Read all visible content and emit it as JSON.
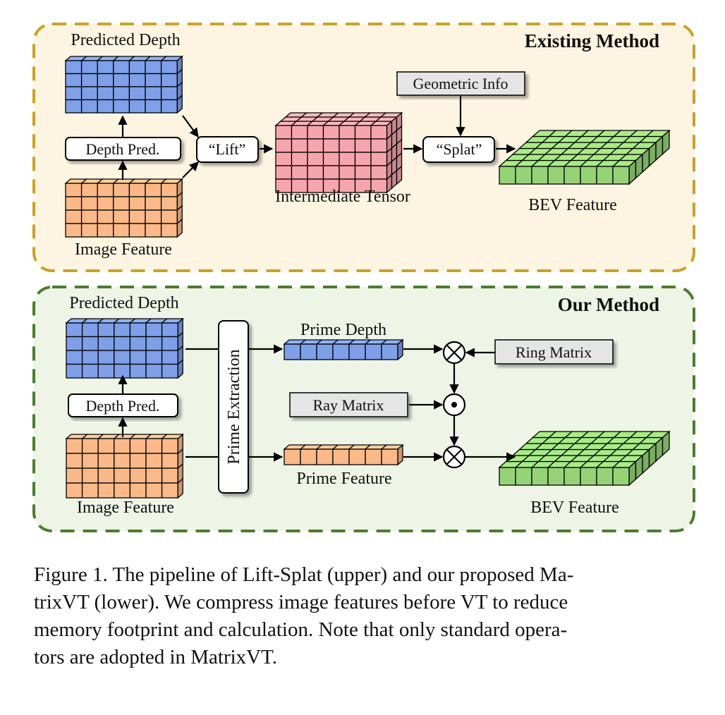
{
  "existing": {
    "title": "Existing Method",
    "predicted_depth": "Predicted Depth",
    "depth_pred": "Depth Pred.",
    "image_feature": "Image Feature",
    "lift": "“Lift”",
    "intermediate_tensor": "Intermediate Tensor",
    "geometric_info": "Geometric Info",
    "splat": "“Splat”",
    "bev_feature": "BEV Feature"
  },
  "ours": {
    "title": "Our Method",
    "predicted_depth": "Predicted Depth",
    "depth_pred": "Depth Pred.",
    "image_feature": "Image Feature",
    "prime_extraction": "Prime Extraction",
    "prime_depth": "Prime Depth",
    "prime_feature": "Prime Feature",
    "ring_matrix": "Ring Matrix",
    "ray_matrix": "Ray Matrix",
    "bev_feature": "BEV Feature",
    "op_mul_1": "⊗",
    "op_dot": "⊙",
    "op_mul_2": "⊗"
  },
  "caption": {
    "line1": "Figure 1. The pipeline of Lift-Splat (upper) and our proposed Ma-",
    "line2": "trixVT (lower). We compress image features before VT to reduce",
    "line3": "memory footprint and calculation. Note that only standard opera-",
    "line4": "tors are adopted in MatrixVT."
  },
  "colors": {
    "existing_border": "#c9a227",
    "existing_fill": "#fdf5e1",
    "ours_border": "#4b7d2e",
    "ours_fill": "#eef4e6",
    "depth_blue": "#7f9fe8",
    "feature_orange": "#fbb989",
    "tensor_pink": "#f7a5ac",
    "bev_green": "#96d377",
    "info_gray": "#e5e5e5"
  }
}
